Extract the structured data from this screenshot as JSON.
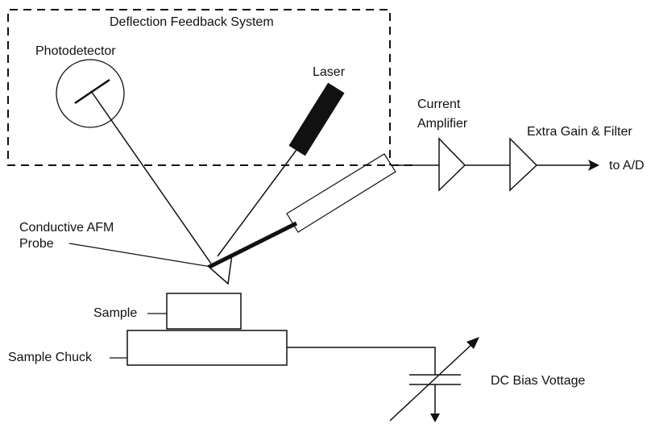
{
  "labels": {
    "deflection_system": "Deflection Feedback System",
    "photodetector": "Photodetector",
    "laser": "Laser",
    "current_amplifier_line1": "Current",
    "current_amplifier_line2": "Amplifier",
    "extra_gain_filter": "Extra Gain & Filter",
    "to_ad": "to A/D",
    "probe_line1": "Conductive AFM",
    "probe_line2": "Probe",
    "sample": "Sample",
    "sample_chuck": "Sample Chuck",
    "dc_bias": "DC Bias Vottage"
  },
  "colors": {
    "ink": "#111111",
    "background": "#ffffff"
  }
}
